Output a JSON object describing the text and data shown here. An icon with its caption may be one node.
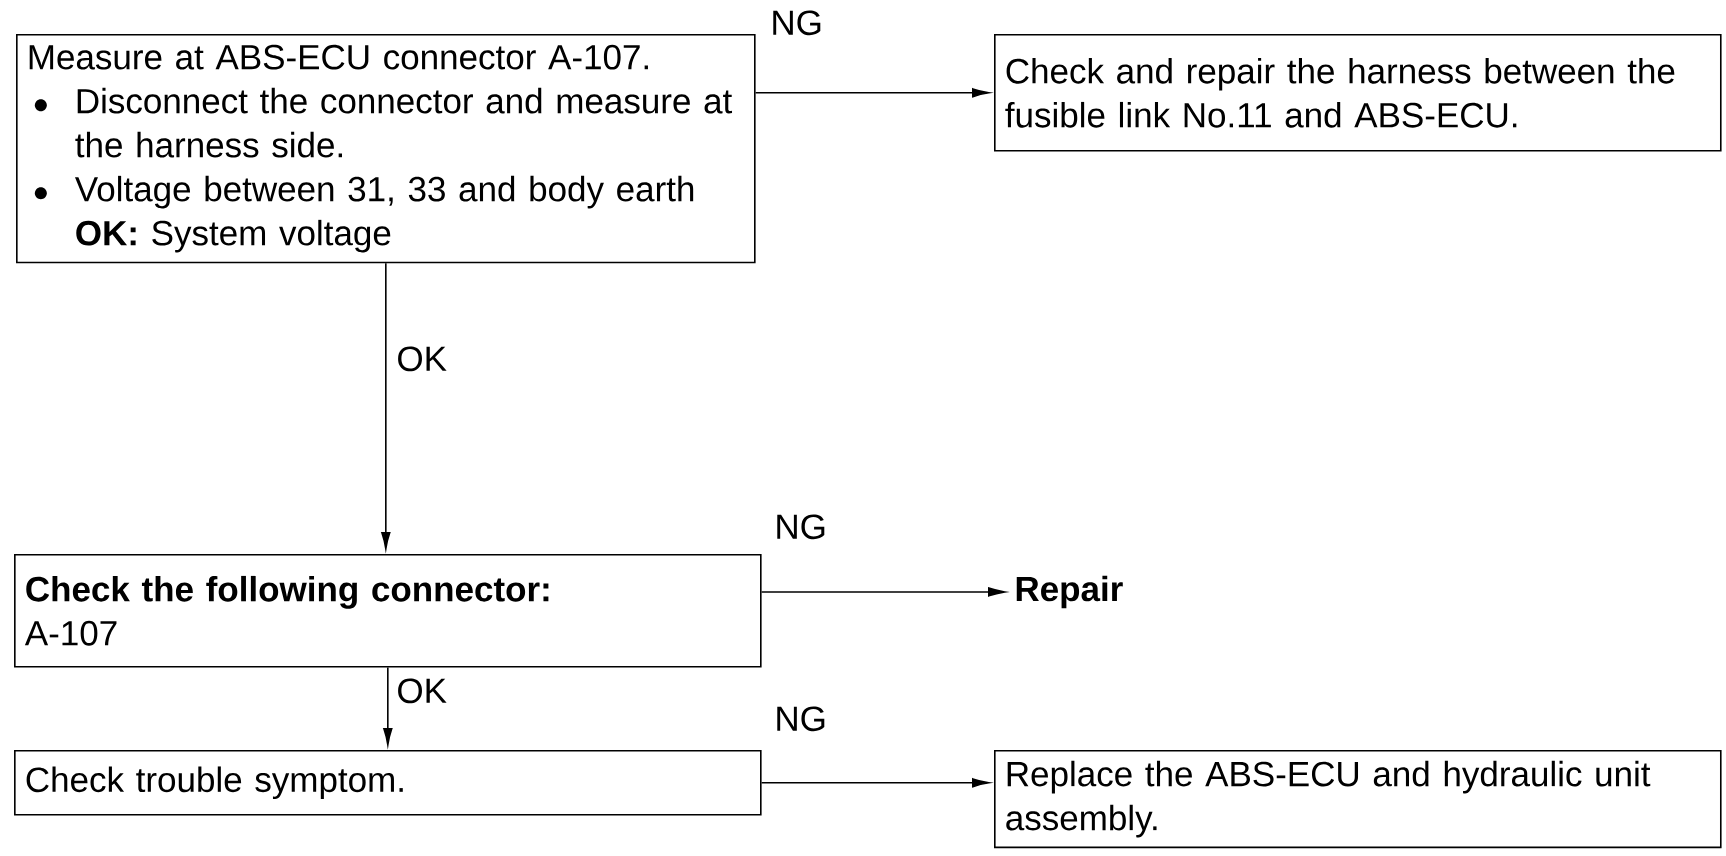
{
  "diagram": {
    "nodes": [
      {
        "text": [
          "Measure at ABS-ECU connector A-107.",
          "Disconnect the connector and measure at the harness side.",
          "Voltage between 31, 33 and body earth",
          "**OK:** System voltage"
        ]
      },
      {
        "text": [
          "Check and repair the harness between the fusible link No.11 and ABS-ECU."
        ]
      },
      {
        "text": [
          "Check the following connector:",
          "A-107"
        ]
      },
      {
        "text": [
          "Repair"
        ]
      },
      {
        "text": [
          "Check trouble symptom."
        ]
      },
      {
        "text": [
          "Replace the ABS-ECU and hydraulic unit assembly."
        ]
      }
    ],
    "edges": [
      {
        "from": 0,
        "to": 1,
        "arrow": "to",
        "label": "NG"
      },
      {
        "from": 0,
        "to": 2,
        "arrow": "to",
        "label": "OK"
      },
      {
        "from": 2,
        "to": 3,
        "arrow": "to",
        "label": "NG"
      },
      {
        "from": 2,
        "to": 4,
        "arrow": "to",
        "label": "OK"
      },
      {
        "from": 4,
        "to": 5,
        "arrow": "to",
        "label": "NG"
      }
    ]
  }
}
